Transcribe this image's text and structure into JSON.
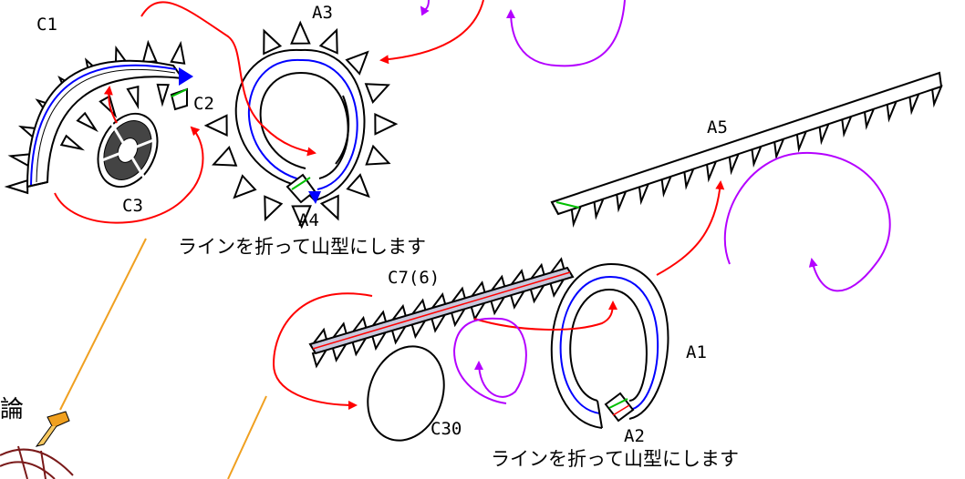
{
  "parts": {
    "c1": "C1",
    "c2": "C2",
    "c3": "C3",
    "a3": "A3",
    "a4": "A4",
    "a5": "A5",
    "c7": "C7(6)",
    "a1": "A1",
    "a2": "A2",
    "c30": "C30"
  },
  "instructions": {
    "fold_mountain_top": "ラインを折って山型にします",
    "fold_mountain_bottom": "ラインを折って山型にします"
  },
  "edge_text": "論",
  "colors": {
    "outline": "#000000",
    "fold_line_blue": "#0000ff",
    "glue_green": "#00c000",
    "arrow_red": "#ff0000",
    "arrow_purple": "#b400ff",
    "guide_orange": "#f0a020",
    "strip_fill": "#c8c8dc"
  }
}
